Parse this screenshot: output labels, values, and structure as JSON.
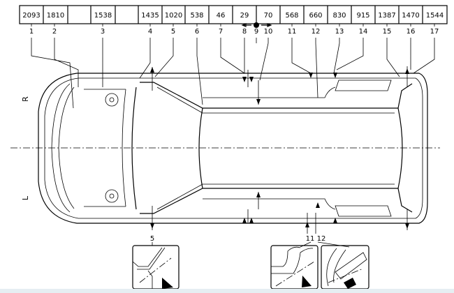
{
  "dimensions": [
    "2093",
    "1810",
    "",
    "1538",
    "",
    "1435",
    "1020",
    "538",
    "46",
    "29",
    "70",
    "568",
    "660",
    "830",
    "915",
    "1387",
    "1470",
    "1544"
  ],
  "points": [
    "1",
    "2",
    "3",
    "4",
    "5",
    "6",
    "7",
    "8",
    "9",
    "10",
    "11",
    "12",
    "13",
    "14",
    "15",
    "16",
    "17"
  ],
  "side_labels": {
    "right": "R",
    "left": "L"
  },
  "insets": {
    "left_label": "5",
    "right_label": "11 12"
  }
}
